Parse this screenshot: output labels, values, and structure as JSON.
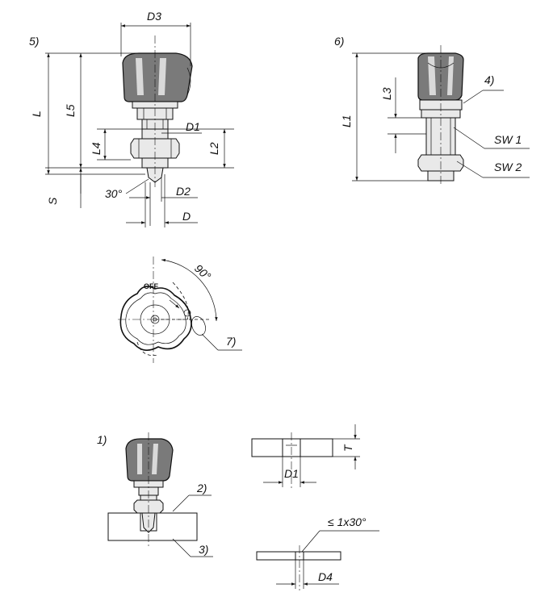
{
  "views": {
    "top_left": {
      "ref": "5)",
      "dims": {
        "D3": "D3",
        "L": "L",
        "L5": "L5",
        "L4": "L4",
        "L2": "L2",
        "D1": "D1",
        "D2": "D2",
        "D": "D",
        "S": "S",
        "angle": "30°"
      }
    },
    "top_right": {
      "ref": "6)",
      "dims": {
        "L1": "L1",
        "L3": "L3",
        "callout4": "4)",
        "SW1": "SW 1",
        "SW2": "SW 2"
      }
    },
    "rotation": {
      "angle": "90°",
      "off_text": "OFF",
      "callout7": "7)"
    },
    "mount": {
      "ref1": "1)",
      "callout2": "2)",
      "callout3": "3)",
      "T": "T",
      "D1": "D1",
      "chamfer": "≤ 1x30°",
      "D4": "D4"
    }
  }
}
